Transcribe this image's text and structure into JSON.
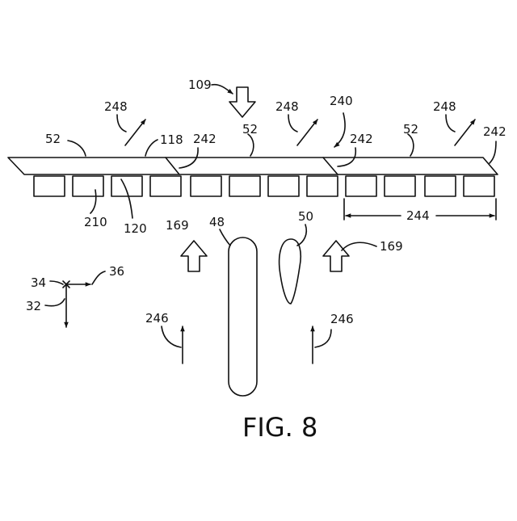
{
  "figure": {
    "caption": "FIG. 8",
    "colors": {
      "line": "#111111",
      "background": "#ffffff"
    },
    "labels": {
      "l109": "109",
      "l248a": "248",
      "l248b": "248",
      "l248c": "248",
      "l240": "240",
      "l52a": "52",
      "l52b": "52",
      "l52c": "52",
      "l118": "118",
      "l242a": "242",
      "l242b": "242",
      "l242c": "242",
      "l210": "210",
      "l120": "120",
      "l244": "244",
      "l169a": "169",
      "l169b": "169",
      "l48": "48",
      "l50": "50",
      "l34": "34",
      "l36": "36",
      "l32": "32",
      "l246a": "246",
      "l246b": "246"
    }
  }
}
